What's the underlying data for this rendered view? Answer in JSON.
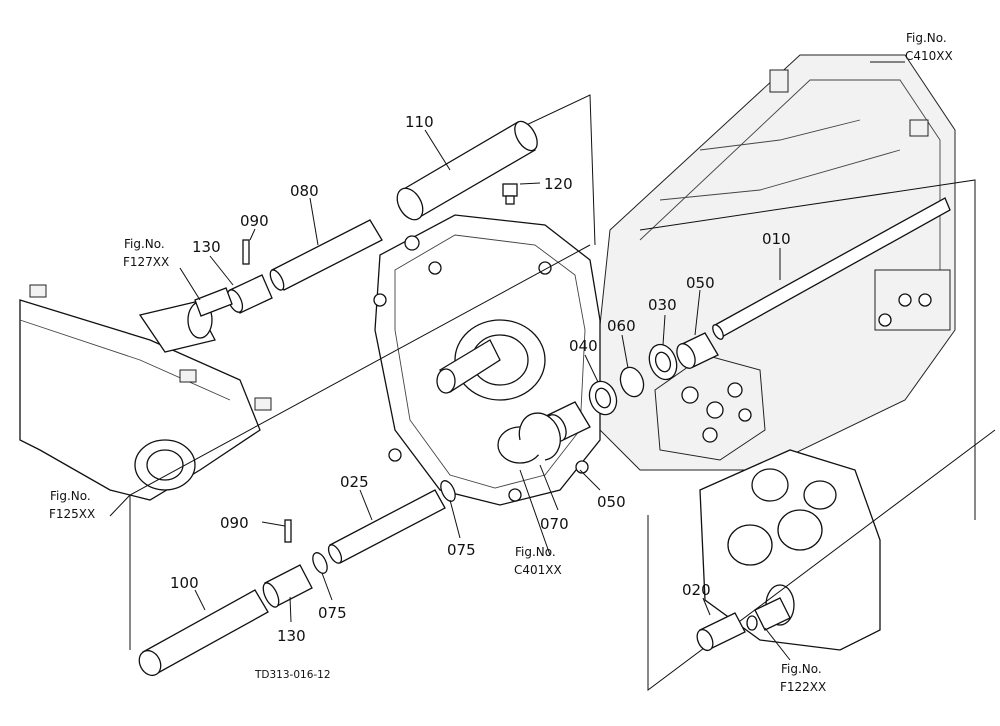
{
  "parts": {
    "p110": "110",
    "p120": "120",
    "p080": "080",
    "p090_top": "090",
    "p130_top": "130",
    "p010": "010",
    "p050_top": "050",
    "p030": "030",
    "p060": "060",
    "p040": "040",
    "p050_bottom": "050",
    "p070": "070",
    "p025": "025",
    "p075_right": "075",
    "p075_left": "075",
    "p090_bottom": "090",
    "p100": "100",
    "p130_bottom": "130",
    "p020": "020"
  },
  "figs": {
    "f410": {
      "label": "Fig.No.",
      "code": "C410XX"
    },
    "f127": {
      "label": "Fig.No.",
      "code": "F127XX"
    },
    "f125": {
      "label": "Fig.No.",
      "code": "F125XX"
    },
    "f401": {
      "label": "Fig.No.",
      "code": "C401XX"
    },
    "f122": {
      "label": "Fig.No.",
      "code": "F122XX"
    }
  },
  "drawing_code": "TD313-016-12"
}
